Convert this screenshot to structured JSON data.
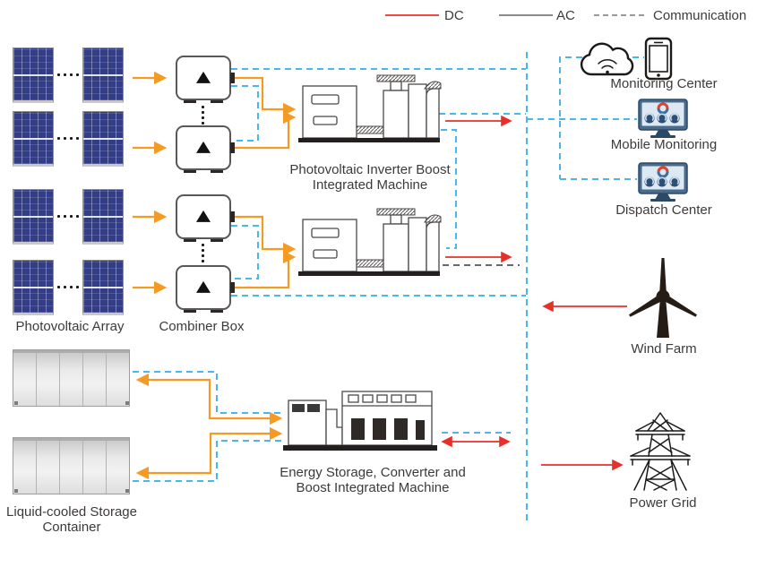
{
  "legend": {
    "dc_label": "DC",
    "ac_label": "AC",
    "communication_label": "Communication"
  },
  "nodes": {
    "pv_array": {
      "label": "Photovoltaic Array"
    },
    "combiner_box": {
      "label": "Combiner Box"
    },
    "pv_inverter": {
      "label_line1": "Photovoltaic Inverter Boost",
      "label_line2": "Integrated Machine"
    },
    "monitoring_center": {
      "label": "Monitoring Center"
    },
    "mobile_monitoring": {
      "label": "Mobile Monitoring"
    },
    "dispatch_center": {
      "label": "Dispatch Center"
    },
    "wind_farm": {
      "label": "Wind Farm"
    },
    "power_grid": {
      "label": "Power Grid"
    },
    "energy_storage_machine": {
      "label_line1": "Energy Storage, Converter and",
      "label_line2": "Boost Integrated Machine"
    },
    "storage_container": {
      "label_line1": "Liquid-cooled Storage",
      "label_line2": "Container"
    }
  },
  "icons": {
    "monitoring_center": [
      "cloud-wifi-icon",
      "smartphone-icon"
    ],
    "mobile_monitoring": "dashboard-monitor-icon",
    "dispatch_center": "dashboard-monitor-icon",
    "wind_farm": "wind-turbine-icon",
    "power_grid": "transmission-tower-icon"
  },
  "colors": {
    "dc_line": "#e8302a",
    "ac_line": "#8a8a8a",
    "communication_legend_line": "#8a8a8a",
    "comm_network_line": "#4db5e8",
    "dc_feed_line": "#f59a23",
    "panel_blue": "#333d85",
    "text": "#3e3a39",
    "background": "#ffffff"
  }
}
